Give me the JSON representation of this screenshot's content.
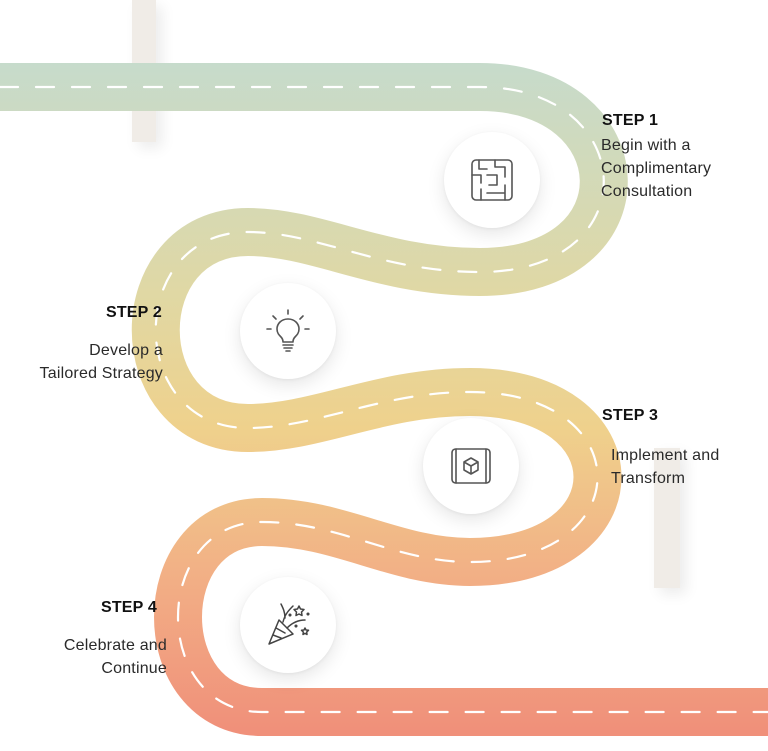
{
  "steps": [
    {
      "title": "STEP 1",
      "line1": "Begin with a",
      "line2": "Complimentary",
      "line3": "Consultation",
      "icon": "maze-icon"
    },
    {
      "title": "STEP 2",
      "line1": "Develop a",
      "line2": "Tailored Strategy",
      "icon": "lightbulb-icon"
    },
    {
      "title": "STEP 3",
      "line1": "Implement and",
      "line2": "Transform",
      "icon": "blueprint-icon"
    },
    {
      "title": "STEP 4",
      "line1": "Celebrate and",
      "line2": "Continue",
      "icon": "party-popper-icon"
    }
  ],
  "colors": {
    "road_top": "#c9dccb",
    "road_mid": "#e9d59a",
    "road_bottom": "#f0927c",
    "dash": "#ffffff",
    "post": "#f0ece7"
  }
}
